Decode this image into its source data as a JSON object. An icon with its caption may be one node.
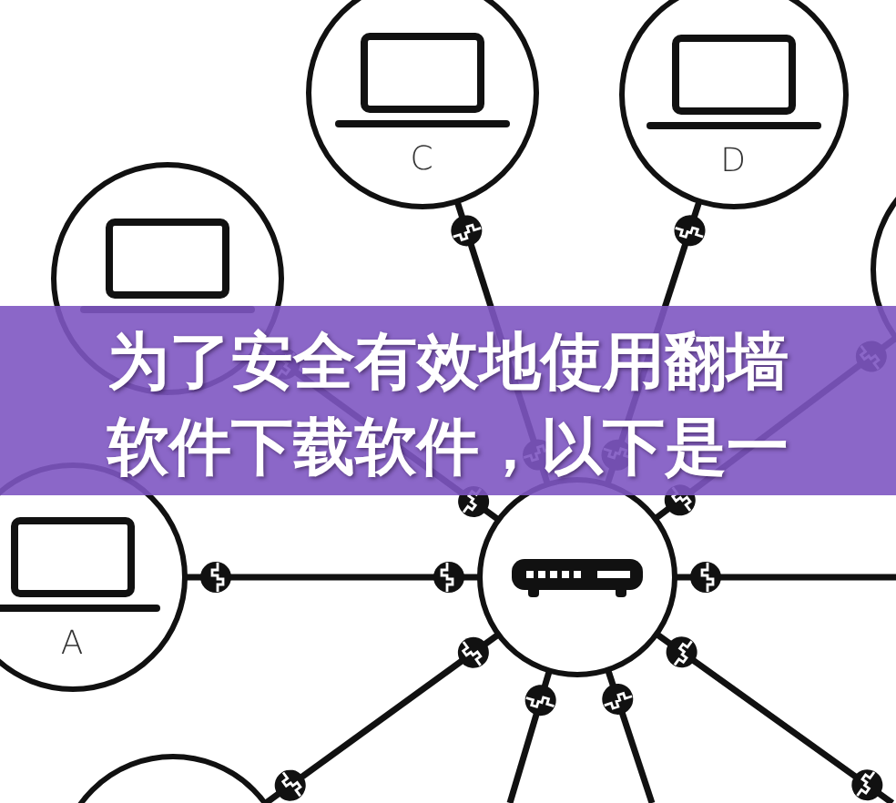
{
  "diagram": {
    "title": "为了安全有效地使用翻墙软件下载软件，以下是一",
    "nodes": [
      {
        "text": [
          "C"
        ]
      },
      {
        "text": [
          "D"
        ]
      },
      {
        "text": [],
        "shape": "circle"
      },
      {
        "text": [],
        "shape": "circle"
      },
      {
        "text": [
          "A"
        ]
      },
      {
        "text": [],
        "shape": "circle"
      },
      {
        "text": [],
        "shape": "circle"
      }
    ],
    "edges": [
      {
        "from": 5,
        "to": 0,
        "arrow": "other"
      },
      {
        "from": 5,
        "to": 1,
        "arrow": "other"
      },
      {
        "from": 5,
        "to": 2,
        "arrow": "other"
      },
      {
        "from": 5,
        "to": 3,
        "arrow": "other"
      },
      {
        "from": 5,
        "to": 4,
        "arrow": "other"
      },
      {
        "from": 5,
        "to": null,
        "arrow": "other"
      },
      {
        "from": 5,
        "to": null,
        "arrow": "other"
      },
      {
        "from": 5,
        "to": null,
        "arrow": "other"
      },
      {
        "from": 5,
        "to": null,
        "arrow": "other"
      },
      {
        "from": 5,
        "to": 6,
        "arrow": "other"
      }
    ]
  }
}
